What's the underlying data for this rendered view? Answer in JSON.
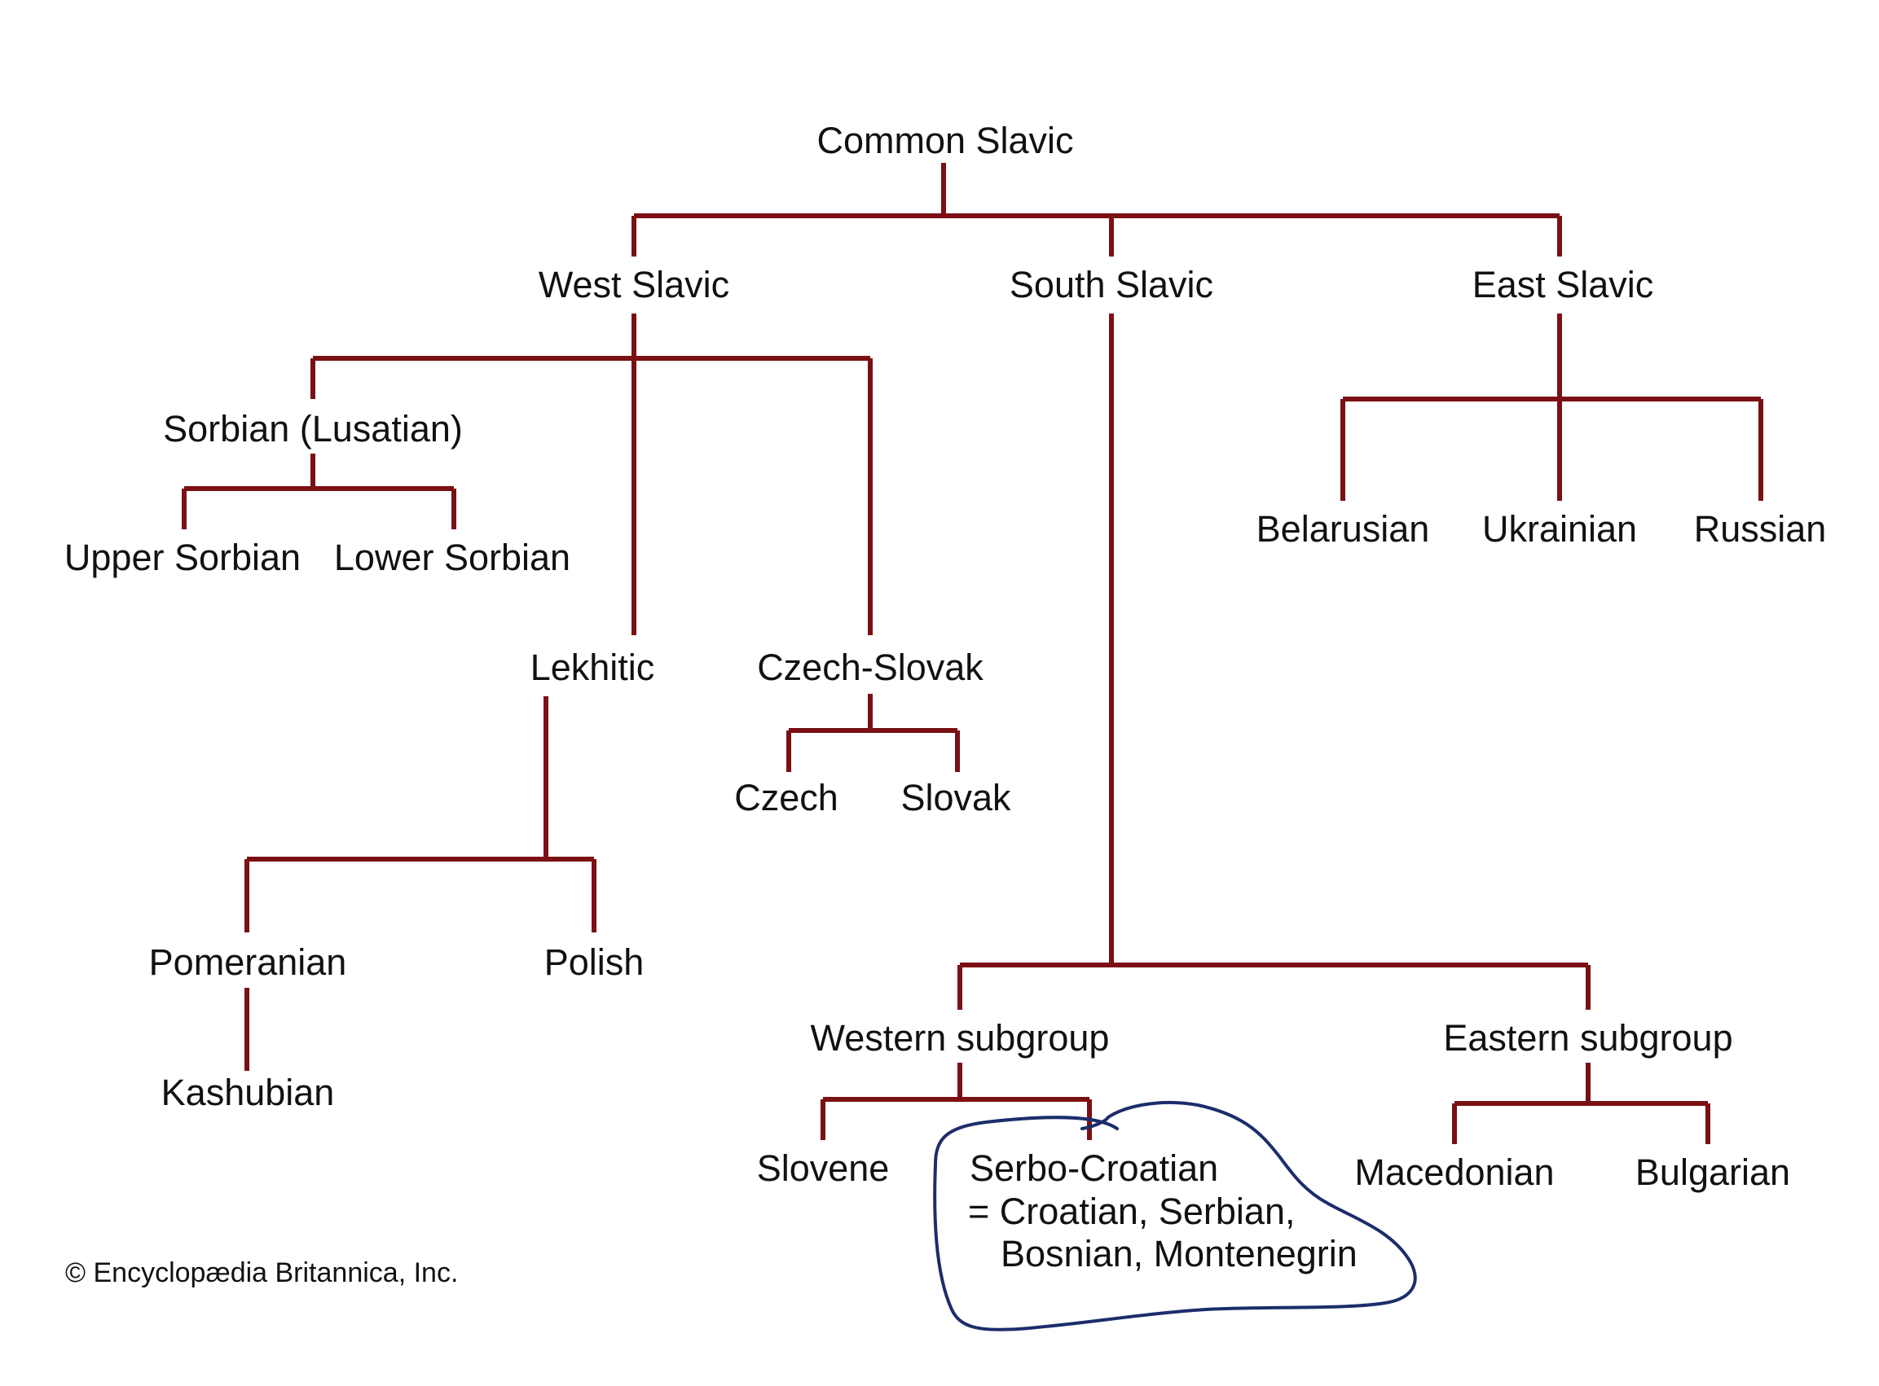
{
  "colors": {
    "connector": "#7a1013",
    "annotation": "#1b2d6b",
    "text": "#111111"
  },
  "nodes": {
    "common_slavic": "Common Slavic",
    "west_slavic": "West Slavic",
    "south_slavic": "South Slavic",
    "east_slavic": "East Slavic",
    "sorbian": "Sorbian (Lusatian)",
    "upper_sorbian": "Upper Sorbian",
    "lower_sorbian": "Lower Sorbian",
    "lekhitic": "Lekhitic",
    "czech_slovak": "Czech-Slovak",
    "czech": "Czech",
    "slovak": "Slovak",
    "pomeranian": "Pomeranian",
    "polish": "Polish",
    "kashubian": "Kashubian",
    "belarusian": "Belarusian",
    "ukrainian": "Ukrainian",
    "russian": "Russian",
    "western_subgroup": "Western subgroup",
    "eastern_subgroup": "Eastern subgroup",
    "slovene": "Slovene",
    "serbo_croatian": "Serbo-Croatian",
    "serbo_croatian_line2": "= Croatian, Serbian,",
    "serbo_croatian_line3": "Bosnian, Montenegrin",
    "macedonian": "Macedonian",
    "bulgarian": "Bulgarian"
  },
  "copyright": "© Encyclopædia Britannica, Inc."
}
